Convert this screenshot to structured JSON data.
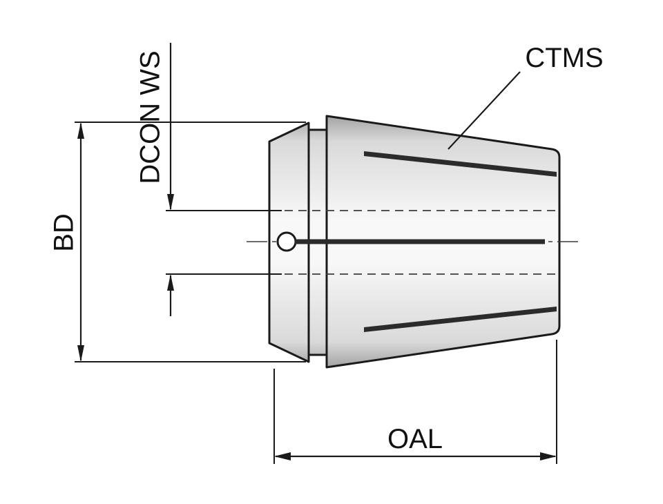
{
  "diagram": {
    "labels": {
      "bd": "BD",
      "dcon_ws": "DCON WS",
      "ctms": "CTMS",
      "oal": "OAL"
    },
    "colors": {
      "background": "#ffffff",
      "line": "#1a1a1a",
      "dash": "#3a3a3a",
      "slot": "#2b2b2b",
      "body_edge": "#a3a3a3",
      "body_shade": "#d9d9d9",
      "body_mid": "#f8f8f8",
      "text": "#111111"
    }
  }
}
